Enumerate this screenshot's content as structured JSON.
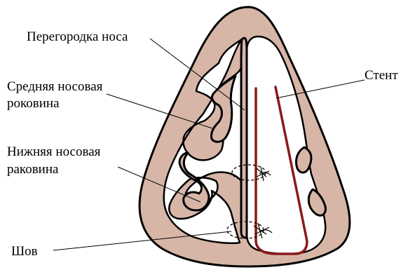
{
  "labels": {
    "septum": "Перегородка носа",
    "middle_turbinate_line1": "Средняя носовая",
    "middle_turbinate_line2": "роковина",
    "inferior_turbinate_line1": "Нижняя носовая",
    "inferior_turbinate_line2": "раковина",
    "stent": "Стент",
    "suture": "Шов"
  },
  "colors": {
    "tissue": "#d7b6a8",
    "stent": "#8b1a1a",
    "outline": "#000000",
    "cavity": "#ffffff"
  }
}
